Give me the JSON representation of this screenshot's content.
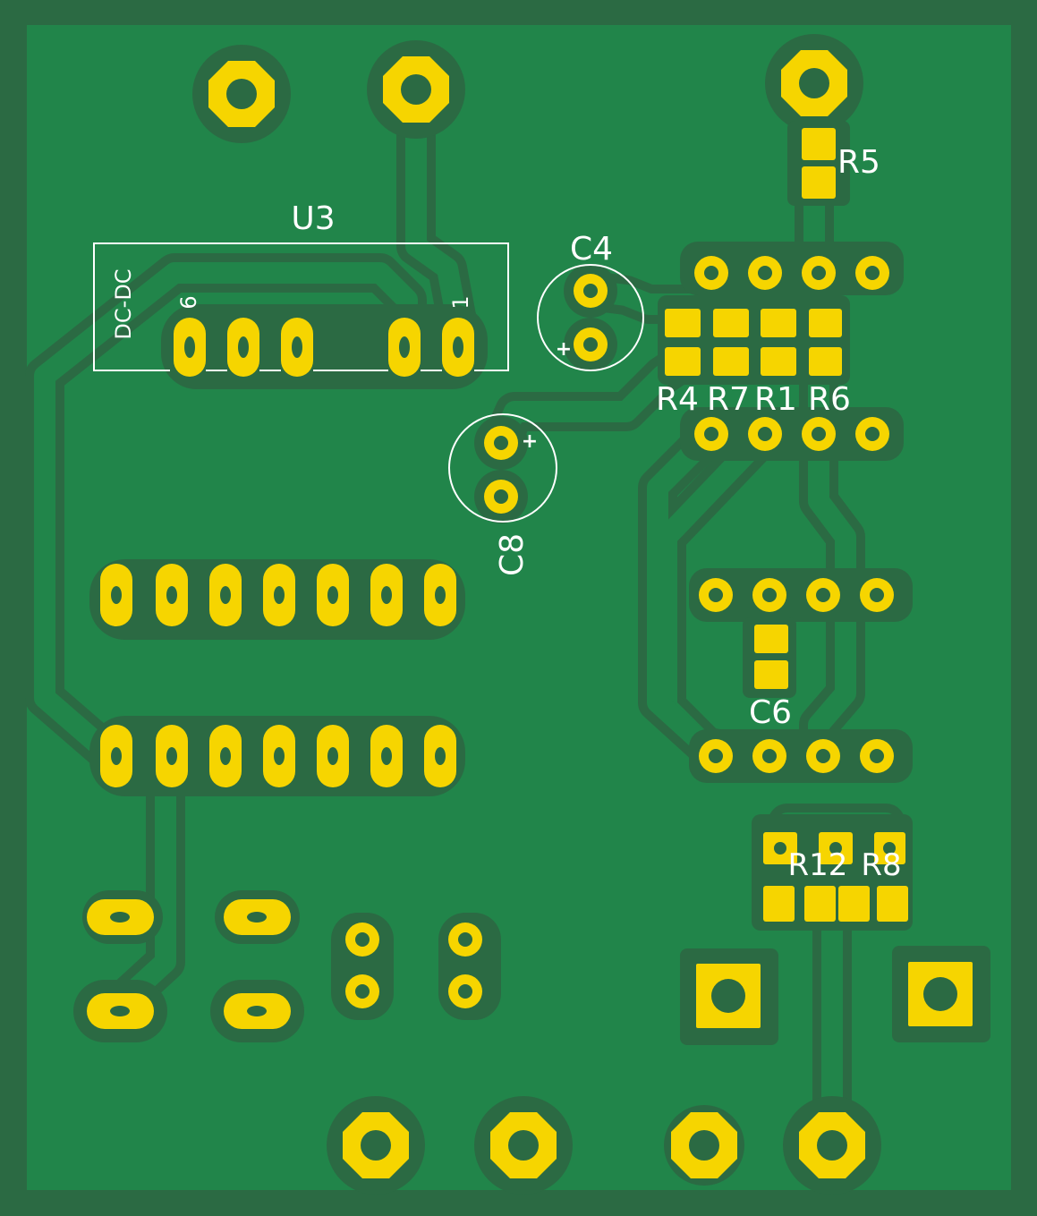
{
  "colors": {
    "board_edge": "#2b6a43",
    "copper_fill": "#21854a",
    "clearance": "#2b6a43",
    "pad": "#f6d500",
    "hole": "#2b6a43",
    "silkscreen": "#ffffff"
  },
  "labels": {
    "u3": "U3",
    "u3_sub": "DC-DC",
    "u3_pin6": "6",
    "u3_pin1": "1",
    "c4": "C4",
    "c8": "C8",
    "c6": "C6",
    "r5": "R5",
    "r4": "R4",
    "r7": "R7",
    "r1": "R1",
    "r6": "R6",
    "r12": "R12",
    "r8": "R8",
    "plus": "+"
  }
}
